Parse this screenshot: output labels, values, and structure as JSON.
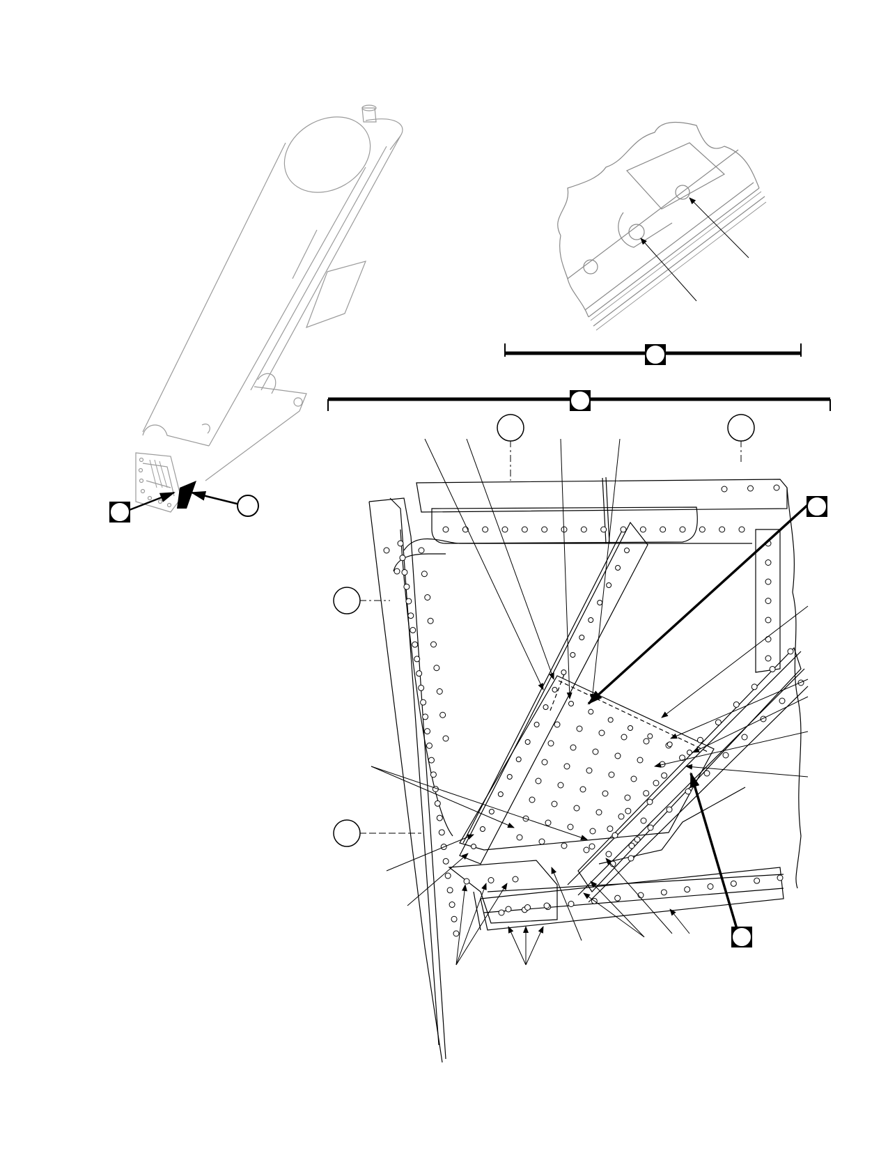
{
  "page": {
    "background": "#ffffff",
    "line_color": "#000000"
  },
  "overview": {
    "callouts": [
      {
        "id": "overview-callout-left",
        "label": ""
      },
      {
        "id": "overview-callout-right",
        "label": ""
      }
    ]
  },
  "detail_inset": {
    "section_callout": {
      "label": ""
    },
    "leaders": 2
  },
  "main_view": {
    "section_callout": {
      "label": ""
    },
    "edge_callouts": [
      {
        "id": "top-left",
        "label": ""
      },
      {
        "id": "top-right",
        "label": ""
      },
      {
        "id": "left-upper",
        "label": ""
      },
      {
        "id": "left-lower",
        "label": ""
      }
    ],
    "view_arrows": [
      {
        "id": "view-arrow-upper-right",
        "label": ""
      },
      {
        "id": "view-arrow-lower-right",
        "label": ""
      }
    ]
  }
}
